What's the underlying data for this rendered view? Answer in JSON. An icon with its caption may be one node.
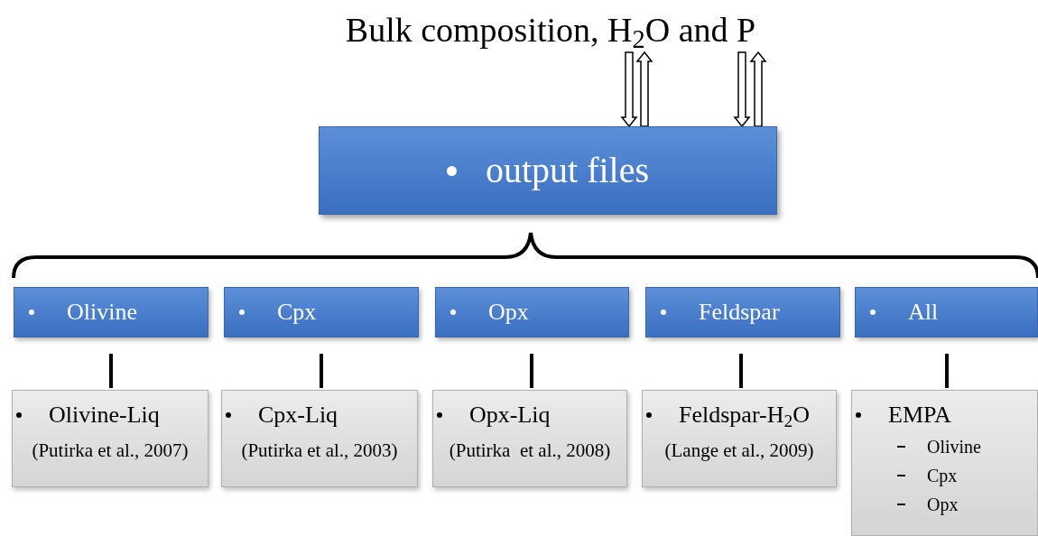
{
  "diagram": {
    "nodes": [
      {
        "text": [
          "Bulk composition, H$_{2}$O and P"
        ]
      },
      {
        "text": [
          "output files"
        ]
      },
      {
        "text": [
          "Olivine"
        ]
      },
      {
        "text": [
          "Cpx"
        ]
      },
      {
        "text": [
          "Opx"
        ]
      },
      {
        "text": [
          "Feldspar"
        ]
      },
      {
        "text": [
          "All"
        ]
      },
      {
        "text": [
          "Olivine-Liq",
          "(Putirka et al., 2007)"
        ]
      },
      {
        "text": [
          "Cpx-Liq",
          "(Putirka et al., 2003)"
        ]
      },
      {
        "text": [
          "Opx-Liq",
          "(Putirka  et al., 2008)"
        ]
      },
      {
        "text": [
          "Feldspar-H$_{2}$O",
          "(Lange et al., 2009)"
        ]
      },
      {
        "text": [
          "EMPA",
          "Olivine",
          "Cpx",
          "Opx"
        ]
      }
    ],
    "edges": [
      {
        "from": 0,
        "to": 1,
        "arrow": "to"
      },
      {
        "from": 1,
        "to": 0,
        "arrow": "to"
      },
      {
        "from": 0,
        "to": 1,
        "arrow": "to"
      },
      {
        "from": 1,
        "to": 0,
        "arrow": "to"
      },
      {
        "from": 2,
        "to": 7,
        "arrow": "none"
      },
      {
        "from": 3,
        "to": 8,
        "arrow": "none"
      },
      {
        "from": 4,
        "to": 9,
        "arrow": "none"
      },
      {
        "from": 5,
        "to": 10,
        "arrow": "none"
      },
      {
        "from": 6,
        "to": 11,
        "arrow": "none"
      }
    ]
  }
}
